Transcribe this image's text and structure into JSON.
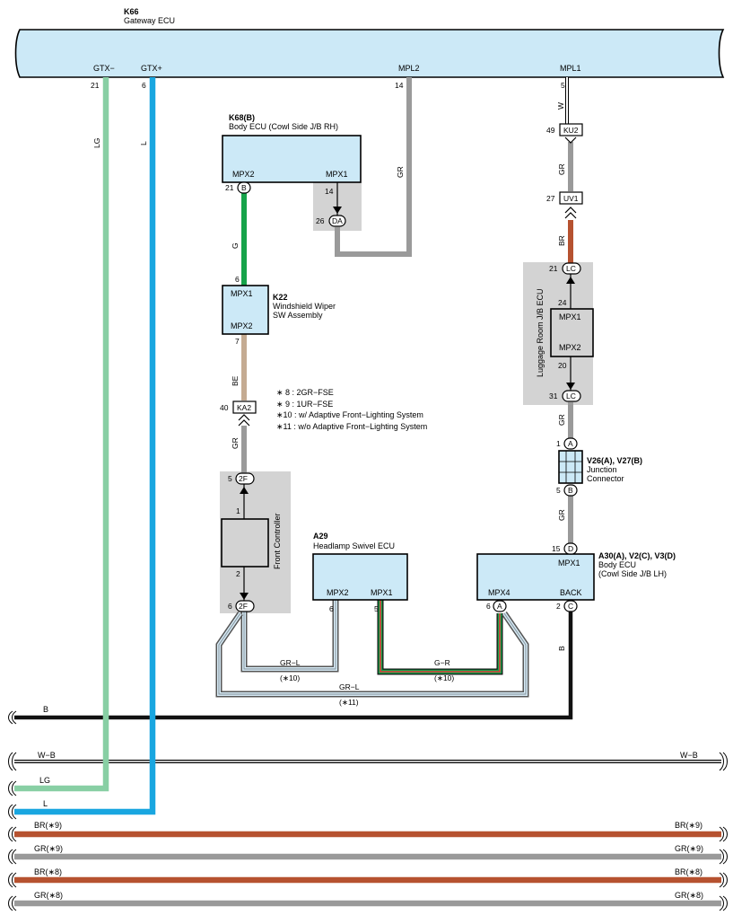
{
  "colors": {
    "LG": "#88cfa4",
    "L": "#19a6e0",
    "GR": "#9a9a9a",
    "G": "#16a34a",
    "BE": "#c4ab92",
    "BR": "#b65230",
    "B": "#111111",
    "W": "#ffffff",
    "ecu_fill": "#cce9f7",
    "shade": "#d3d3d3"
  },
  "gateway": {
    "code": "K66",
    "name": "Gateway ECU",
    "pins": {
      "gtx_minus": {
        "label": "GTX−",
        "num": "21"
      },
      "gtx_plus": {
        "label": "GTX+",
        "num": "6"
      },
      "mpl2": {
        "label": "MPL2",
        "num": "14"
      },
      "mpl1": {
        "label": "MPL1",
        "num": "5"
      }
    }
  },
  "body_ecu_rh": {
    "code": "K68(B)",
    "name": "Body ECU (Cowl Side J/B RH)",
    "mpx2": "MPX2",
    "mpx1": "MPX1",
    "pin21": "21",
    "conn_b": "B",
    "pin14": "14",
    "pin26": "26",
    "conn_da": "DA"
  },
  "wiper": {
    "code": "K22",
    "name1": "Windshield Wiper",
    "name2": "SW Assembly",
    "mpx1": "MPX1",
    "mpx2": "MPX2",
    "pin6": "6",
    "pin7": "7"
  },
  "ka2": {
    "num": "40",
    "name": "KA2"
  },
  "front_controller": {
    "name": "Front Controller",
    "top_num": "5",
    "top_conn": "2F",
    "inner1": "1",
    "inner2": "2",
    "bot_num": "6",
    "bot_conn": "2F"
  },
  "notes": [
    "∗ 8 : 2GR−FSE",
    "∗ 9 : 1UR−FSE",
    "∗10 : w/ Adaptive Front−Lighting System",
    "∗11 : w/o Adaptive Front−Lighting System"
  ],
  "swivel": {
    "code": "A29",
    "name": "Headlamp Swivel ECU",
    "mpx2": "MPX2",
    "mpx1": "MPX1",
    "pin6": "6",
    "pin5": "5"
  },
  "body_ecu_lh": {
    "code": "A30(A), V2(C), V3(D)",
    "name1": "Body ECU",
    "name2": "(Cowl Side J/B LH)",
    "mpx1": "MPX1",
    "mpx4": "MPX4",
    "back": "BACK",
    "pin15": "15",
    "conn_d": "D",
    "pin6": "6",
    "conn_a": "A",
    "pin2": "2",
    "conn_c": "C"
  },
  "ku2": {
    "num": "49",
    "name": "KU2"
  },
  "uv1": {
    "num": "27",
    "name": "UV1"
  },
  "luggage": {
    "name": "Luggage Room J/B ECU",
    "top_num": "21",
    "top_conn": "LC",
    "pin24": "24",
    "mpx1": "MPX1",
    "mpx2": "MPX2",
    "pin20": "20",
    "bot_num": "31",
    "bot_conn": "LC"
  },
  "junction": {
    "code": "V26(A), V27(B)",
    "name1": "Junction",
    "name2": "Connector",
    "top_num": "1",
    "top_conn": "A",
    "bot_num": "5",
    "bot_conn": "B"
  },
  "wire_labels": {
    "lg": "LG",
    "l": "L",
    "gr_mpl2": "GR",
    "w": "W",
    "gr_ku2": "GR",
    "br": "BR",
    "gr_lc": "GR",
    "gr_v": "GR",
    "g": "G",
    "be": "BE",
    "gr_ka2": "GR",
    "grl_10": "GR−L",
    "n10a": "(∗10)",
    "gr_r": "G−R",
    "n10b": "(∗10)",
    "grl_11": "GR−L",
    "n11": "(∗11)",
    "b": "B"
  },
  "bus_lines": [
    {
      "left": "B",
      "right": ""
    },
    {
      "left": "W−B",
      "right": "W−B"
    },
    {
      "left": "LG",
      "right": ""
    },
    {
      "left": "L",
      "right": ""
    },
    {
      "left": "BR(∗9)",
      "right": "BR(∗9)"
    },
    {
      "left": "GR(∗9)",
      "right": "GR(∗9)"
    },
    {
      "left": "BR(∗8)",
      "right": "BR(∗8)"
    },
    {
      "left": "GR(∗8)",
      "right": "GR(∗8)"
    }
  ]
}
